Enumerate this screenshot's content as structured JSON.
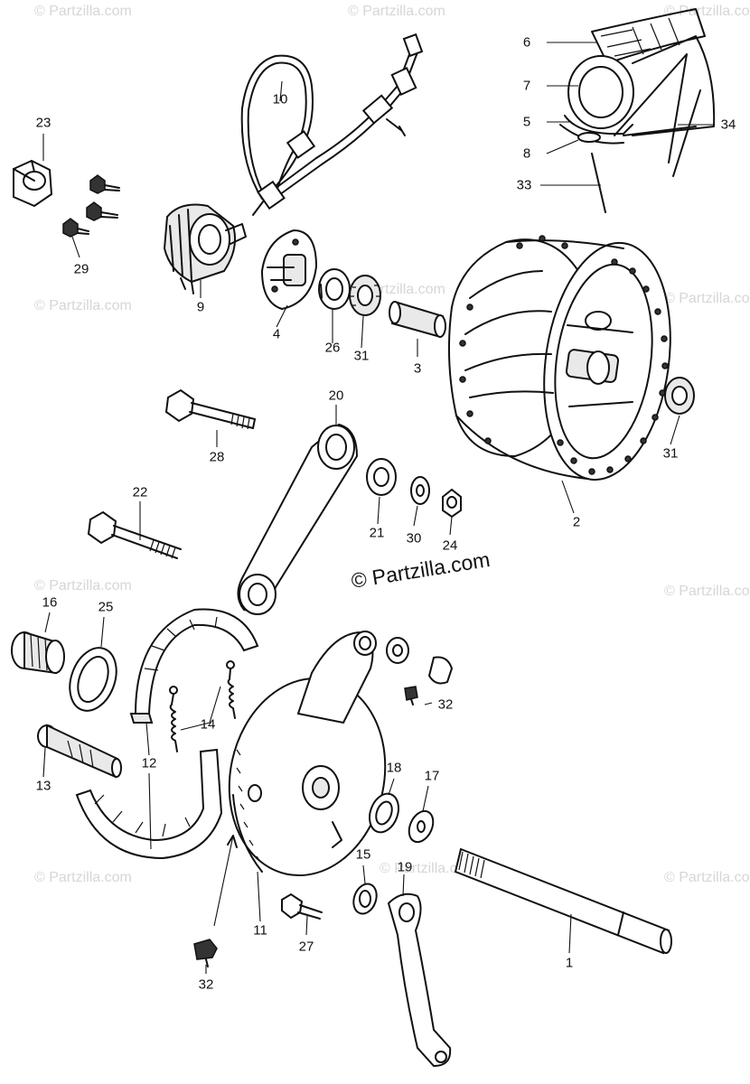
{
  "watermark_text": "© Partzilla.com",
  "center_watermark": "© Partzilla.com",
  "callouts": {
    "c1": "1",
    "c2": "2",
    "c3": "3",
    "c4": "4",
    "c5": "5",
    "c6": "6",
    "c7": "7",
    "c8": "8",
    "c9": "9",
    "c10": "10",
    "c11": "11",
    "c12": "12",
    "c13": "13",
    "c14": "14",
    "c15": "15",
    "c16": "16",
    "c17": "17",
    "c18": "18",
    "c19": "19",
    "c20": "20",
    "c21": "21",
    "c22": "22",
    "c23": "23",
    "c24": "24",
    "c25": "25",
    "c26": "26",
    "c27": "27",
    "c28": "28",
    "c29": "29",
    "c30": "30",
    "c31a": "31",
    "c31b": "31",
    "c32a": "32",
    "c32b": "32",
    "c33": "33",
    "c34": "34"
  }
}
